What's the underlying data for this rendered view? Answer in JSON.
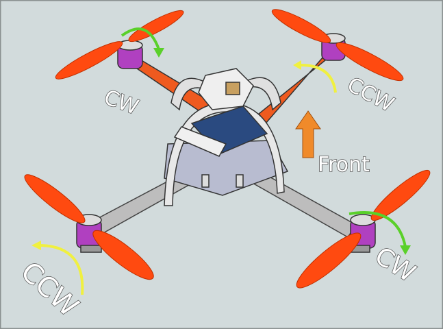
{
  "labels": {
    "top_left_rotation": "CW",
    "top_right_rotation": "CCW",
    "bottom_left_rotation": "CCW",
    "bottom_right_rotation": "CW",
    "front": "Front"
  },
  "colors": {
    "background": "#d2dbdc",
    "propeller": "#ff4a10",
    "arm_front": "#ef5a1f",
    "arm_rear": "#b8b8b8",
    "motor": "#b040c0",
    "cw_arrow": "#5ad02a",
    "ccw_arrow": "#f0f040",
    "front_arrow": "#f08a2a"
  }
}
